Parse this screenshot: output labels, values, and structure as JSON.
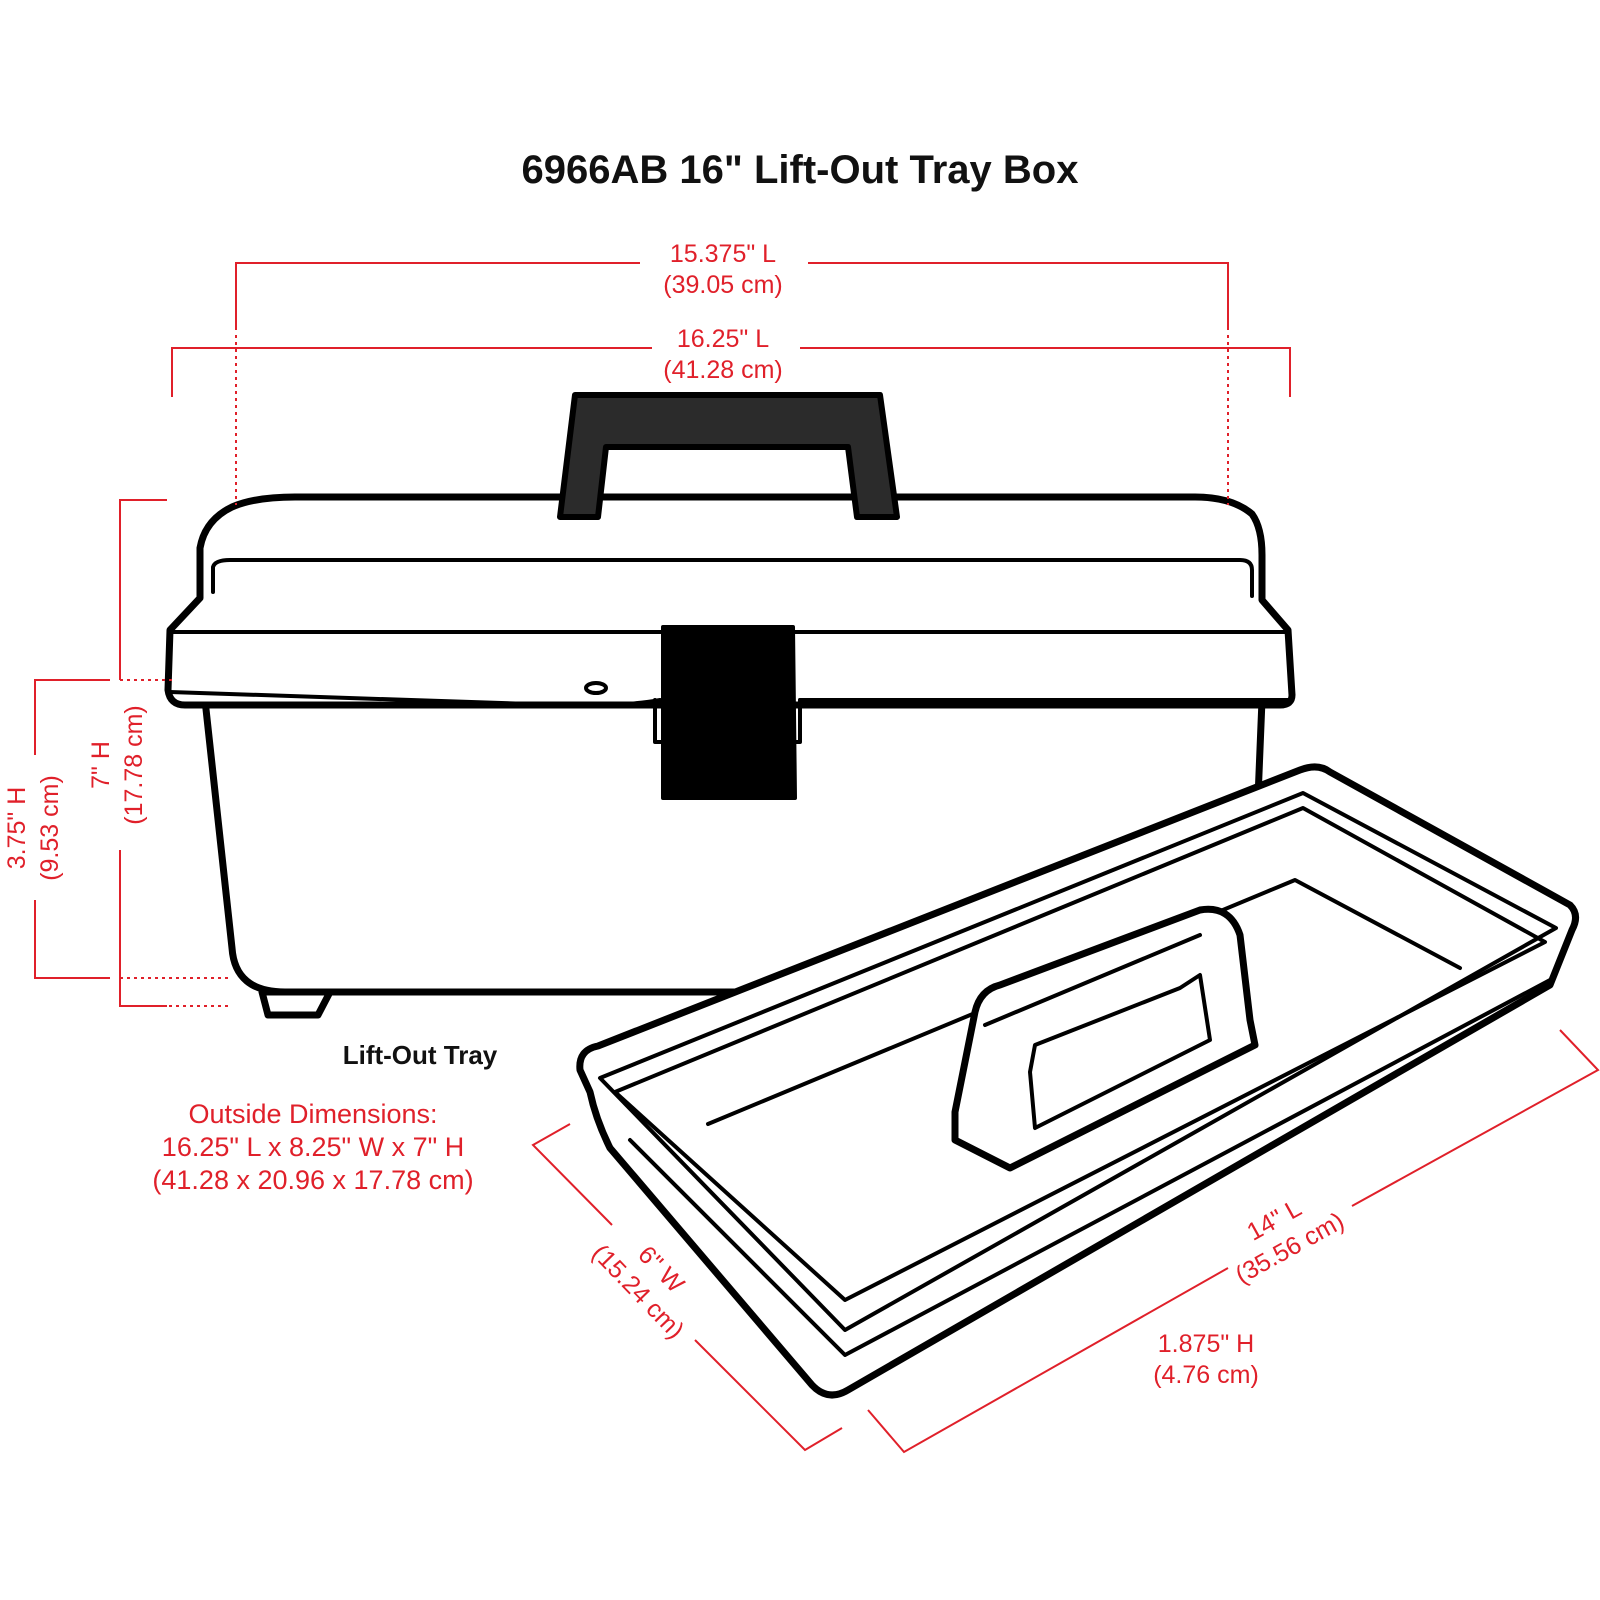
{
  "title": "6966AB 16\" Lift-Out Tray Box",
  "colors": {
    "accent": "#e0202a",
    "outline": "#000000",
    "handle": "#2b2b2b"
  },
  "dimensions": {
    "inner_length": {
      "imperial": "15.375\" L",
      "metric": "(39.05 cm)"
    },
    "outer_length": {
      "imperial": "16.25\" L",
      "metric": "(41.28 cm)"
    },
    "total_height": {
      "imperial": "7\" H",
      "metric": "(17.78 cm)"
    },
    "base_height": {
      "imperial": "3.75\" H",
      "metric": "(9.53 cm)"
    },
    "tray_length": {
      "imperial": "14\" L",
      "metric": "(35.56 cm)"
    },
    "tray_width": {
      "imperial": "6\" W",
      "metric": "(15.24 cm)"
    },
    "tray_height": {
      "imperial": "1.875\" H",
      "metric": "(4.76 cm)"
    }
  },
  "tray_label": "Lift-Out Tray",
  "outside_dimensions": {
    "heading": "Outside Dimensions:",
    "imperial": "16.25\" L x 8.25\" W x 7\" H",
    "metric": "(41.28 x 20.96 x 17.78 cm)"
  }
}
